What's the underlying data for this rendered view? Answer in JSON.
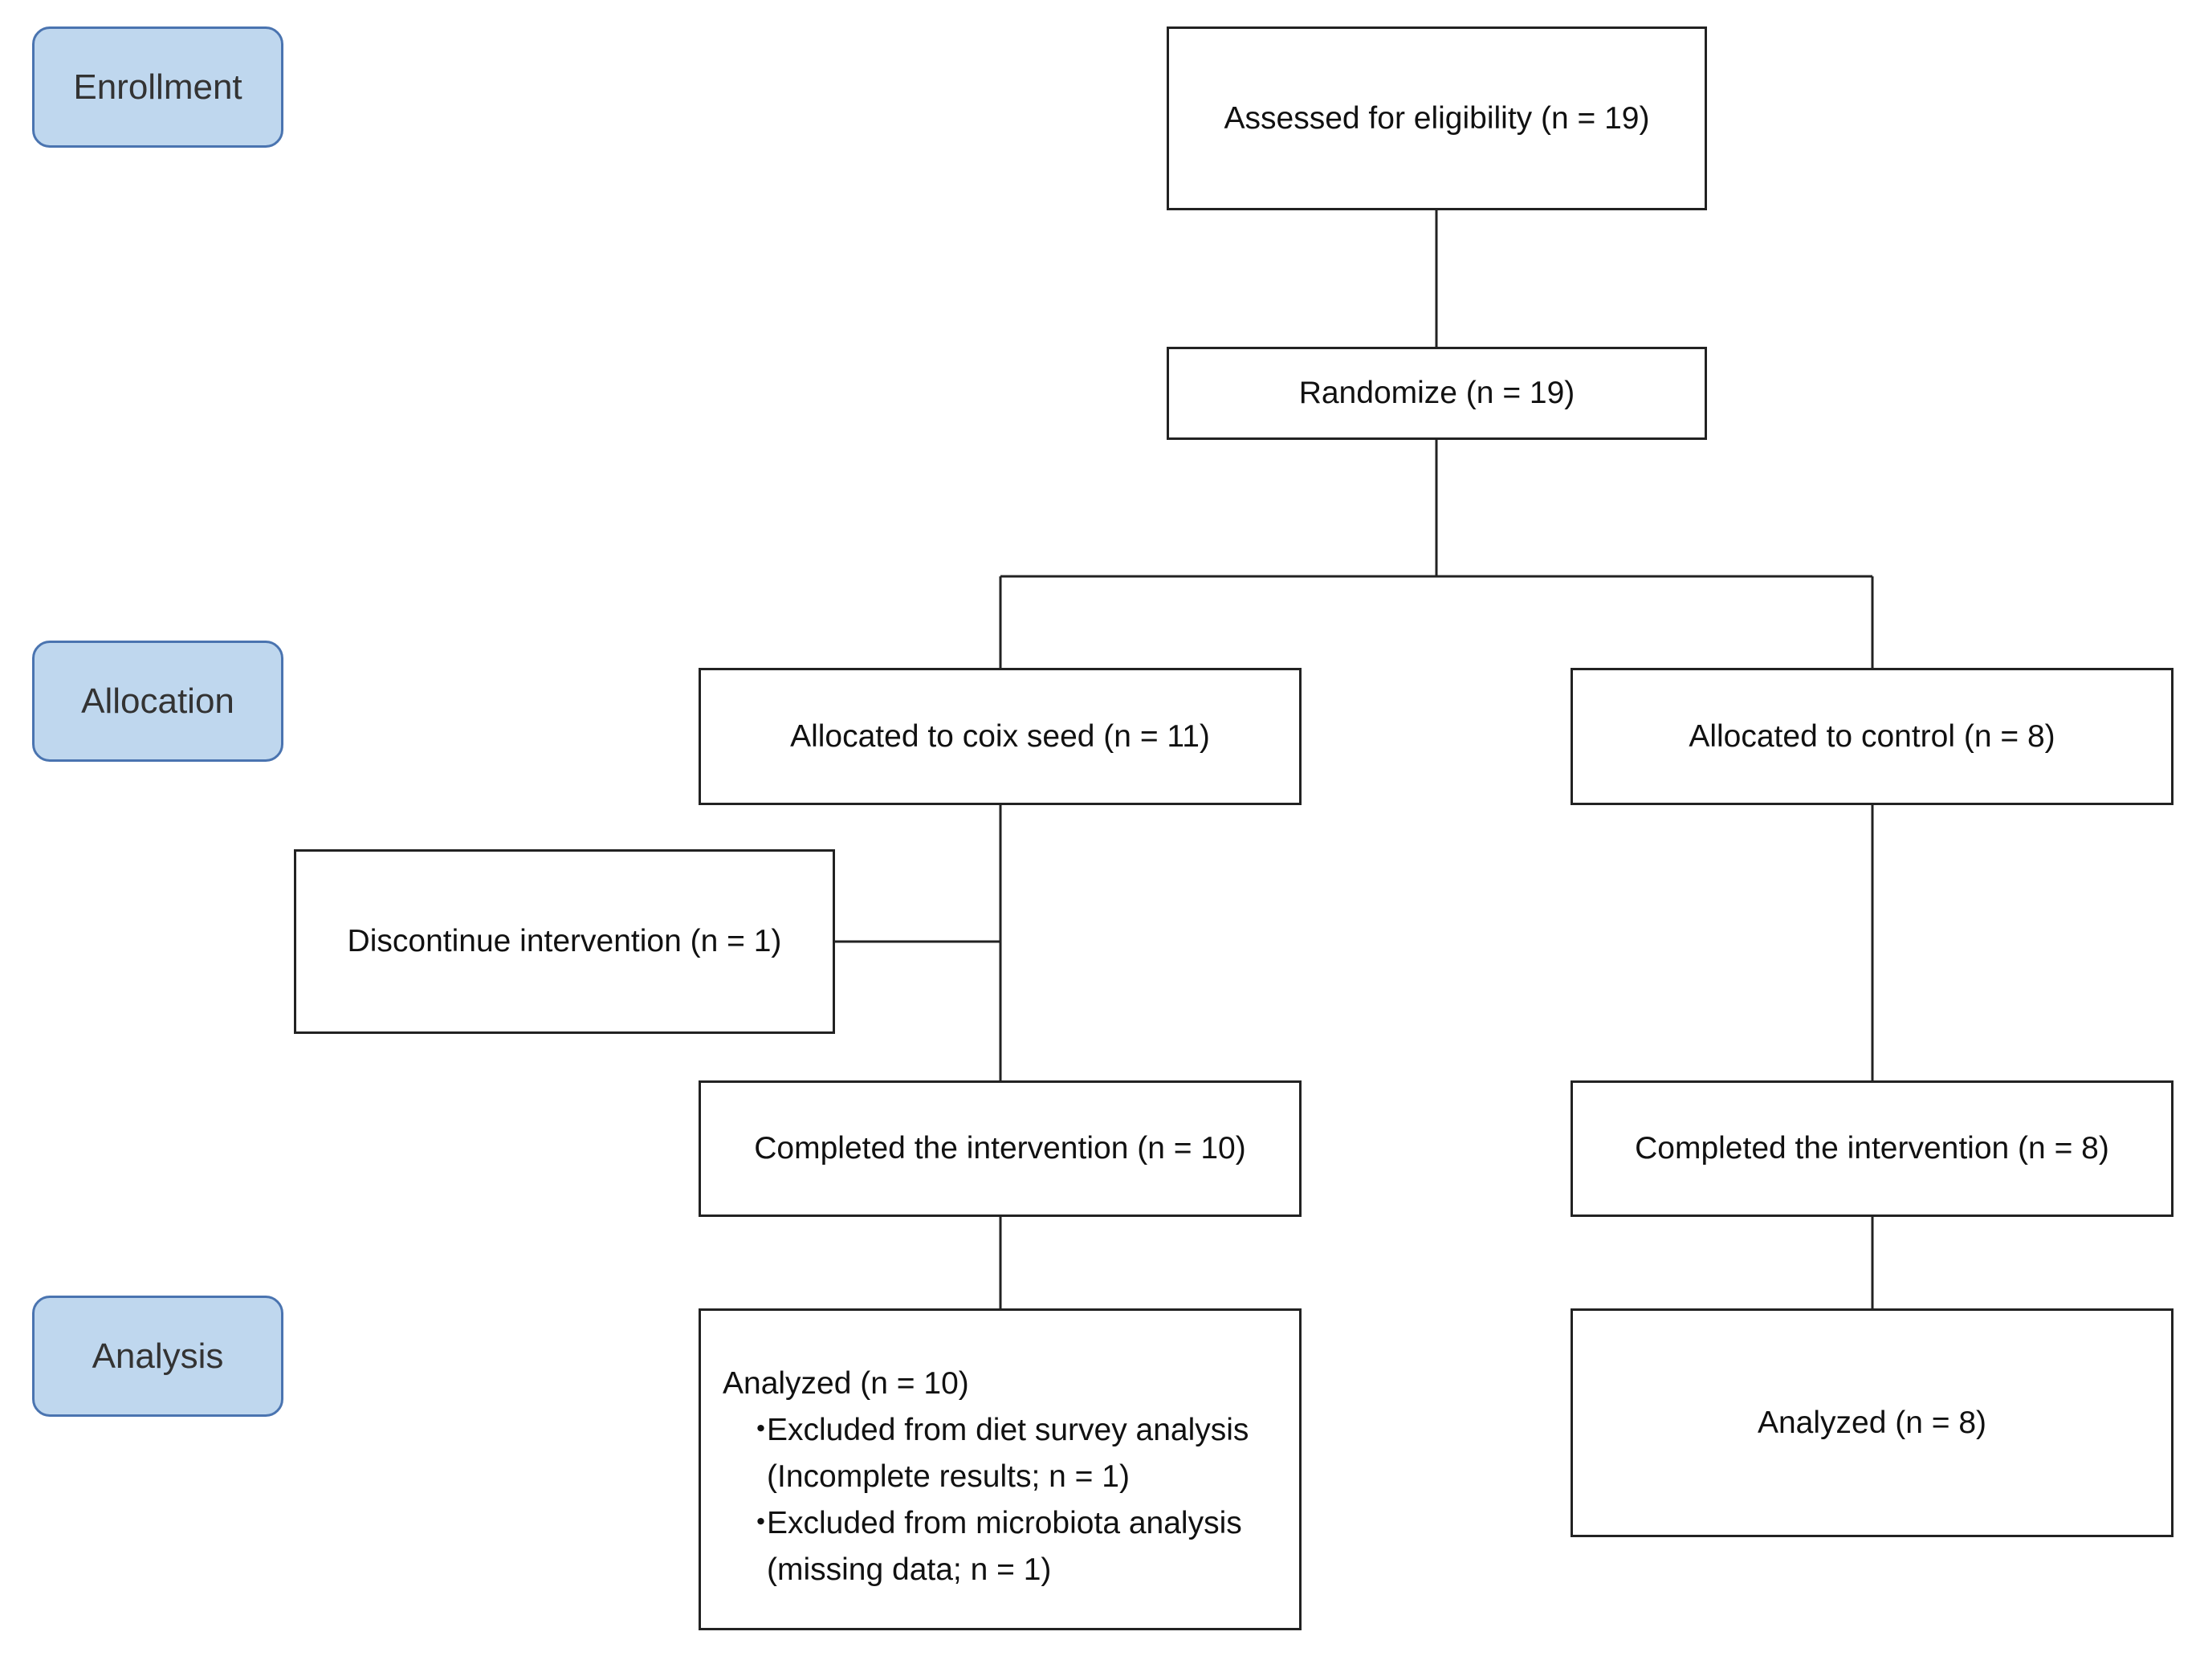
{
  "stages": {
    "enrollment": "Enrollment",
    "allocation": "Allocation",
    "analysis": "Analysis"
  },
  "boxes": {
    "assessed": "Assessed for eligibility (n = 19)",
    "randomize": "Randomize (n = 19)",
    "allocated_coix": "Allocated to coix seed (n = 11)",
    "allocated_control": "Allocated to control (n = 8)",
    "discontinue": "Discontinue intervention (n = 1)",
    "completed_coix": "Completed the intervention (n = 10)",
    "completed_control": "Completed the intervention (n = 8)",
    "analyzed_control": "Analyzed (n = 8)"
  },
  "analyzed_coix": {
    "title": "Analyzed (n = 10)",
    "bullet_symbol": "・",
    "items": [
      "Excluded from diet survey analysis (Incomplete results; n = 1)",
      "Excluded from microbiota analysis (missing data; n = 1)"
    ]
  },
  "colors": {
    "stage_fill": "#bfd7ee",
    "stage_border": "#4a74b0",
    "box_border": "#222222",
    "connector": "#222222"
  }
}
